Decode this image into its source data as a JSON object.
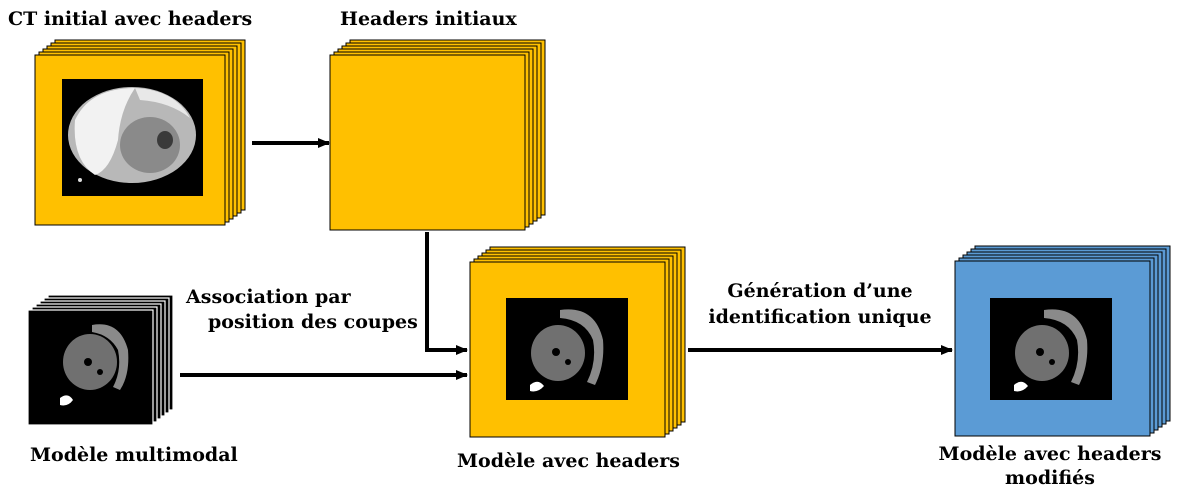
{
  "labels": {
    "ct_initial": "CT initial avec headers",
    "headers_initiaux": "Headers initiaux",
    "association_line1": "Association par",
    "association_line2": "position des coupes",
    "modele_multimodal": "Modèle multimodal",
    "modele_avec_headers": "Modèle avec headers",
    "generation_line1": "Génération d’une",
    "generation_line2": "identification unique",
    "modele_modifies_line1": "Modèle avec headers",
    "modele_modifies_line2": "modifiés"
  },
  "colors": {
    "yellow": "#FFC000",
    "blue": "#5B9BD5",
    "image_bg": "#000000",
    "arrow": "#000000",
    "tissue_light": "#cfcfcf",
    "tissue_mid": "#8a8a8a",
    "tissue_dark": "#5a5a5a"
  }
}
